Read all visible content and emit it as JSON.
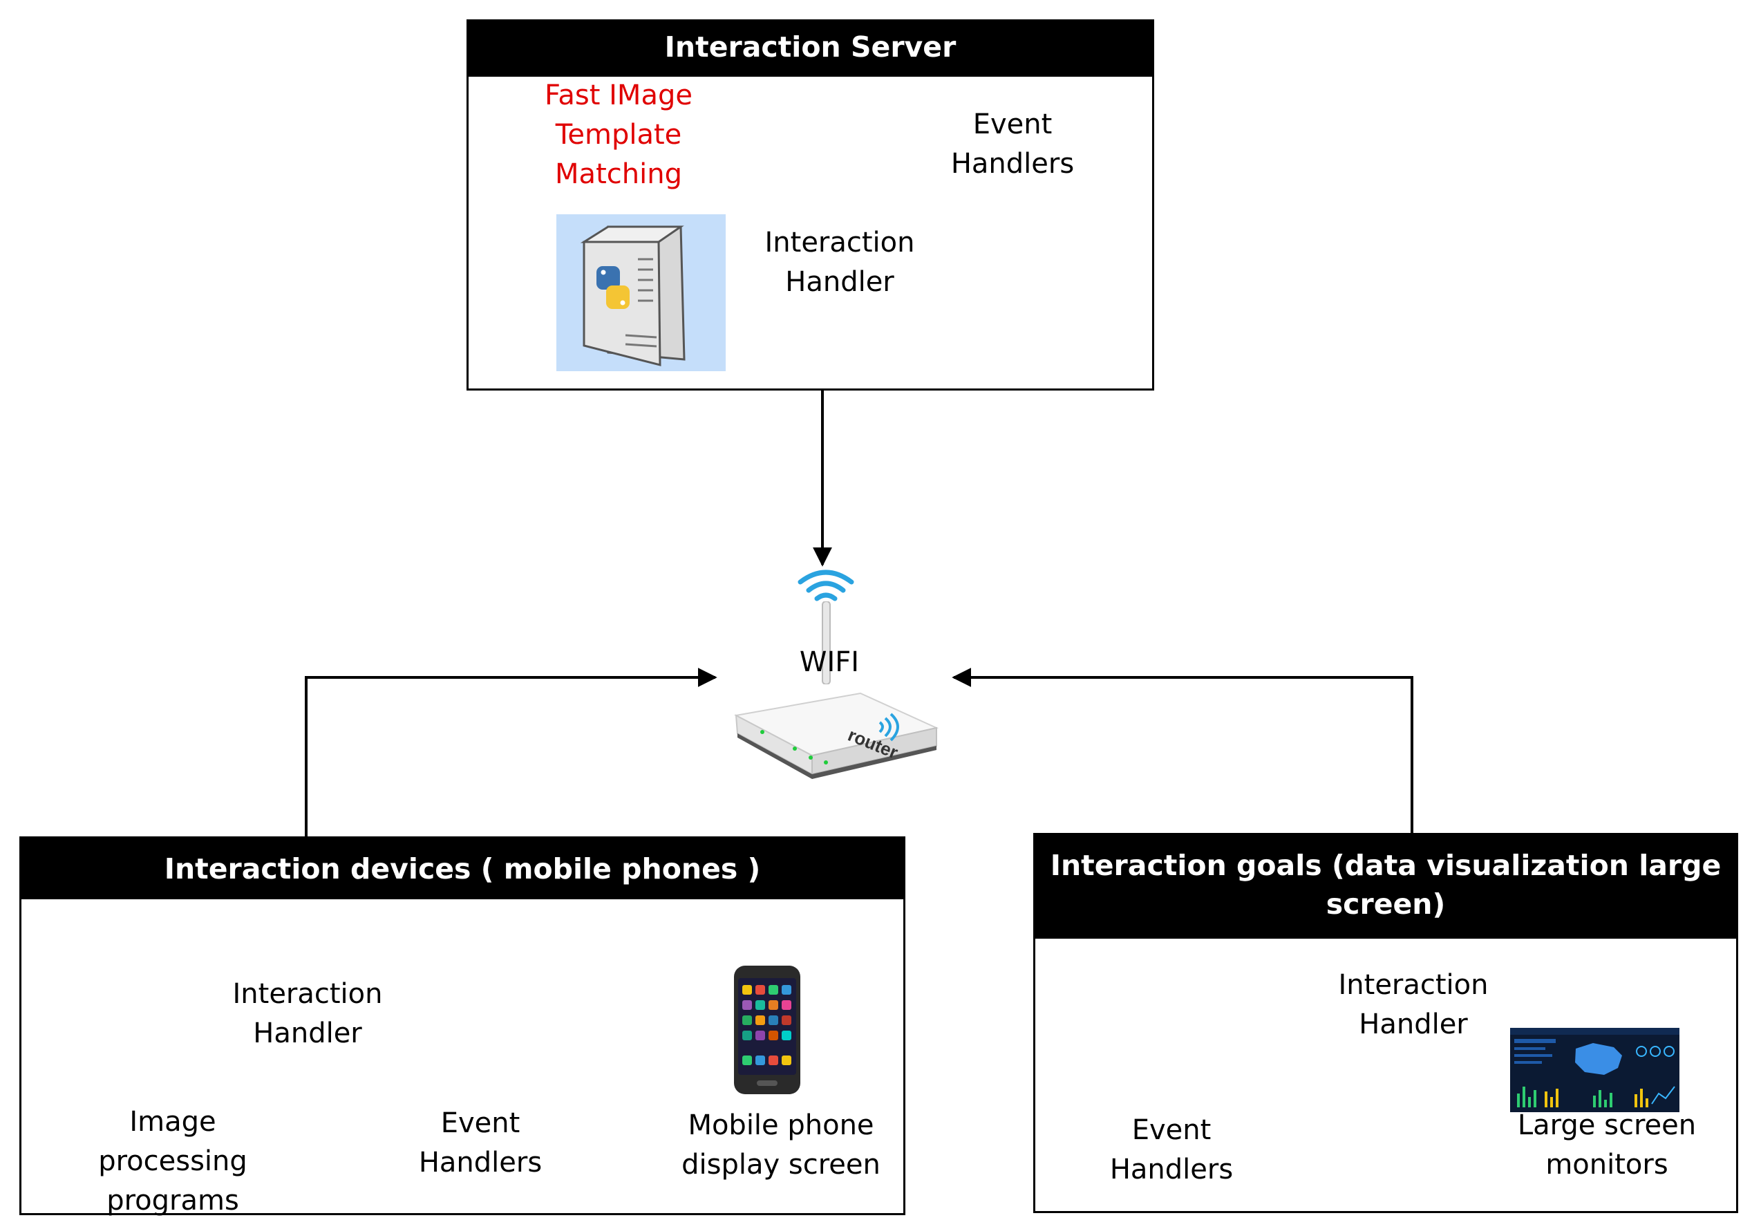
{
  "server": {
    "title": "Interaction Server",
    "fast_match": [
      "Fast IMage",
      "Template",
      "Matching"
    ],
    "event_handlers": [
      "Event",
      "Handlers"
    ],
    "interaction_handler": [
      "Interaction",
      "Handler"
    ]
  },
  "router": {
    "label": "WIFI",
    "brand": "router"
  },
  "devices": {
    "title": "Interaction devices ( mobile phones )",
    "interaction_handler": [
      "Interaction",
      "Handler"
    ],
    "image_processing": [
      "Image",
      "processing",
      "programs"
    ],
    "event_handlers": [
      "Event",
      "Handlers"
    ],
    "mobile_display": [
      "Mobile phone",
      "display screen"
    ]
  },
  "goals": {
    "title": [
      "Interaction goals (data visualization large",
      "screen)"
    ],
    "interaction_handler": [
      "Interaction",
      "Handler"
    ],
    "event_handlers": [
      "Event",
      "Handlers"
    ],
    "large_screen": [
      "Large screen",
      "monitors"
    ]
  },
  "colors": {
    "header_bg": "#000000",
    "accent_red": "#e00000",
    "wifi_blue": "#2aa3e0",
    "server_bg": "#c5defa"
  },
  "icons": [
    "python-server-icon",
    "wifi-router-icon",
    "smartphone-icon",
    "dashboard-screen-icon"
  ]
}
